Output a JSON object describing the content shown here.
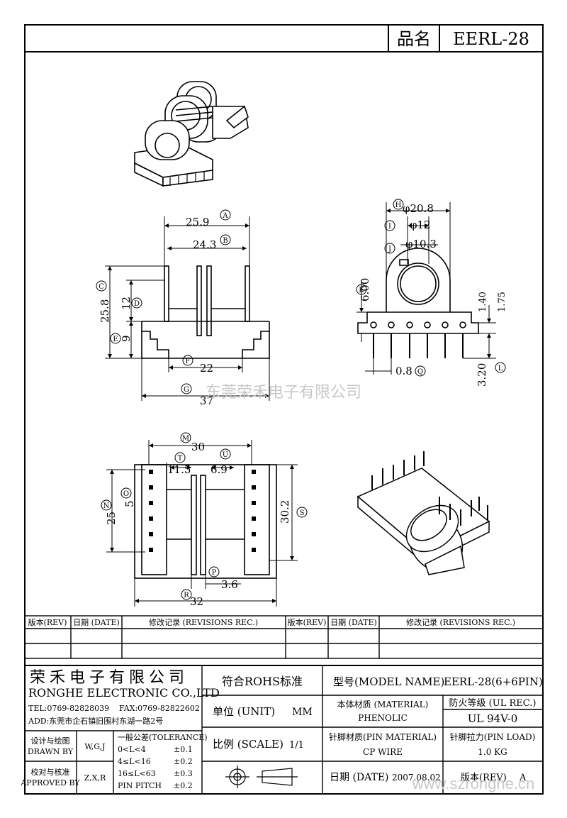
{
  "header": {
    "product_label": "品名",
    "product_name": "EERL-28"
  },
  "watermark_center": "东莞荣禾电子有限公司",
  "watermark_corner": "www.szronghe.cn",
  "front_view": {
    "dims": {
      "A": "25.9",
      "B": "24.3",
      "C": "25.8",
      "D": "12",
      "E": "9",
      "F": "22",
      "G": "37"
    }
  },
  "side_view": {
    "dims": {
      "H": "φ20.8",
      "I": "φ12",
      "J": "φ10.3",
      "K": "6.00",
      "Q": "0.8",
      "L": "3.20",
      "t1": "1.40",
      "t2": "1.75"
    }
  },
  "bottom_view": {
    "dims": {
      "M": "30",
      "T": "11.5",
      "U": "6.9",
      "O": "5",
      "N": "25",
      "S": "30.2",
      "P": "3.6",
      "R": "32"
    }
  },
  "revisions": {
    "headers": [
      "版本(REV)",
      "日期 (DATE)",
      "修改记录 (REVISIONS REC.)",
      "版本(REV)",
      "日期 (DATE)",
      "修改记录 (REVISIONS REC.)"
    ]
  },
  "title_block": {
    "company_cn": "荣禾电子有限公司",
    "company_en": "RONGHE ELECTRONIC CO.,LTD",
    "tel": "TEL:0769-82828039",
    "fax": "FAX:0769-82822602",
    "address": "ADD:东莞市企石镇旧围村东湖一路2号",
    "rohs": "符合ROHS标准",
    "model_label": "型号(MODEL NAME)",
    "model_value": "EERL-28(6+6PIN)",
    "unit_label": "单位 (UNIT)",
    "unit_value": "MM",
    "material_label": "本体材质 (MATERIAL)",
    "material_value": "PHENOLIC",
    "ul_label": "防火等级 (UL REC.)",
    "ul_value": "UL 94V-0",
    "drawn_label_cn": "设计与绘图",
    "drawn_label_en": "DRAWN BY",
    "drawn_value": "W,G,J",
    "approved_label_cn": "校对与核准",
    "approved_label_en": "APPROVED BY",
    "approved_value": "Z,X,R",
    "tolerance_title": "一般公差(TOLERANCE)",
    "tolerances": [
      {
        "range": "0<L<4",
        "value": "±0.1"
      },
      {
        "range": "4≤L<16",
        "value": "±0.2"
      },
      {
        "range": "16≤L<63",
        "value": "±0.3"
      },
      {
        "range": "PIN PITCH",
        "value": "±0.2"
      }
    ],
    "scale_label": "比例 (SCALE)",
    "scale_value": "1/1",
    "pin_material_label": "针脚材质(PIN MATERIAL)",
    "pin_material_value": "CP WIRE",
    "pin_load_label": "针脚拉力(PIN LOAD)",
    "pin_load_value": "1.0 KG",
    "date_label": "日期 (DATE)",
    "date_value": "2007.08.02",
    "rev_label": "版本(REV)",
    "rev_value": "A"
  }
}
